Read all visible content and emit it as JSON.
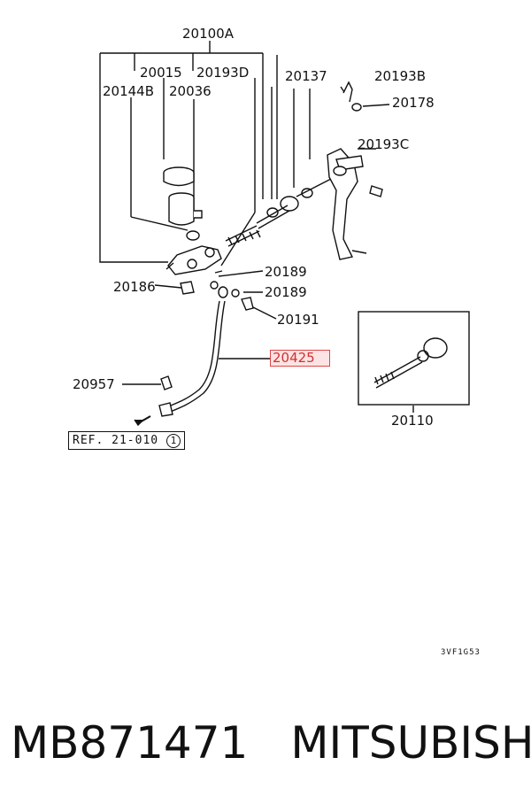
{
  "labels": {
    "assembly": "20100A",
    "p20015": "20015",
    "p20193D": "20193D",
    "p20144B": "20144B",
    "p20036": "20036",
    "p20137": "20137",
    "p20193B": "20193B",
    "p20178": "20178",
    "p20193C": "20193C",
    "p20189a": "20189",
    "p20189b": "20189",
    "p20191": "20191",
    "p20186": "20186",
    "p20425": "20425",
    "p20957": "20957",
    "p20110": "20110"
  },
  "reference": "REF. 21-010",
  "reference_circle": "1",
  "diagram_code": "3VF1G53",
  "footer": {
    "part_number": "MB871471",
    "brand": "MITSUBISHI"
  },
  "colors": {
    "highlight": "#e04848",
    "line": "#111111"
  }
}
